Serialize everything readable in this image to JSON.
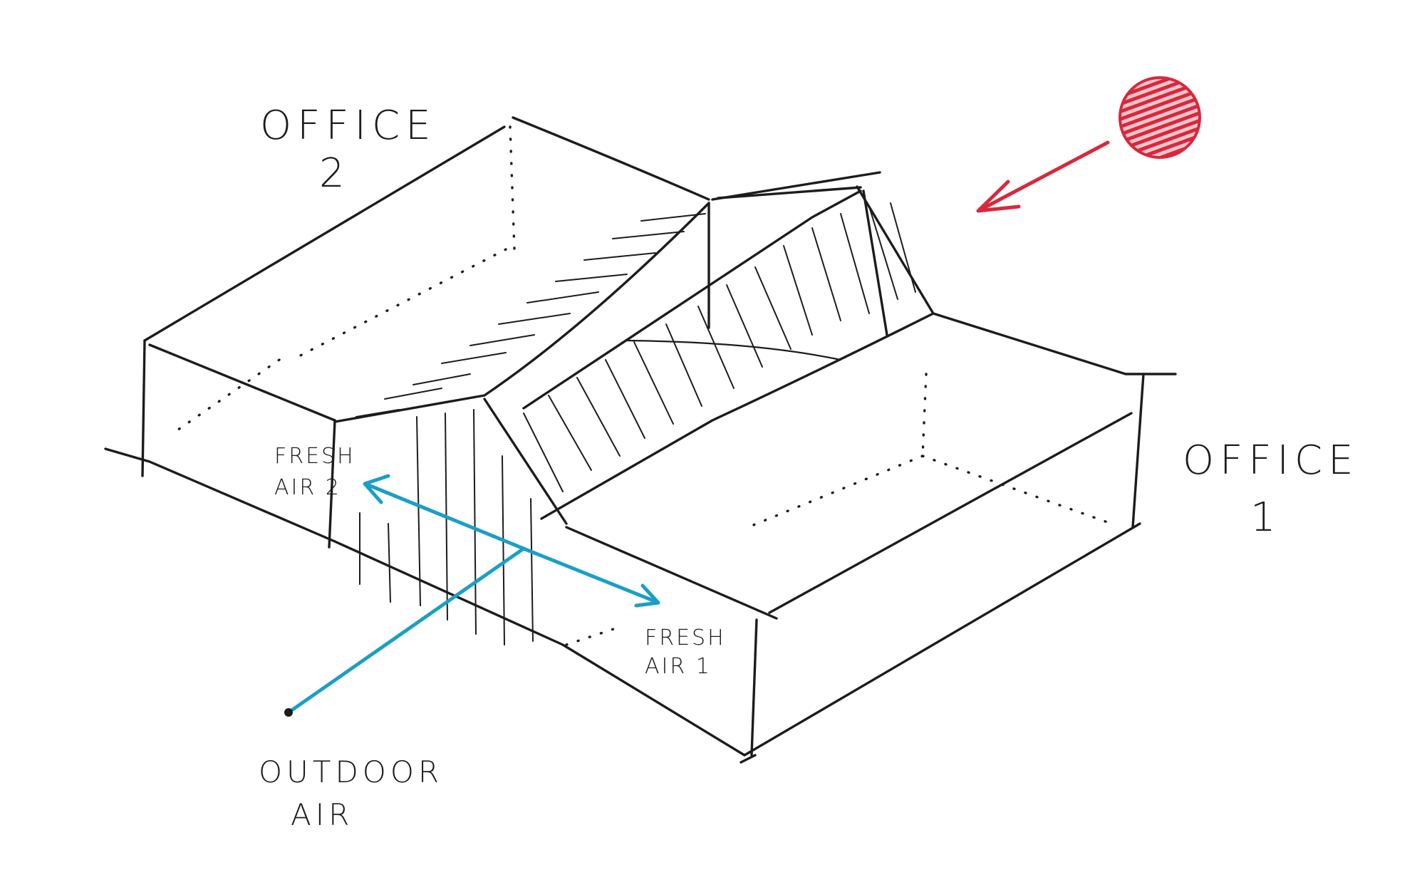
{
  "labels": {
    "office2_line1": "OFFICE",
    "office2_line2": "2",
    "office1_line1": "OFFICE",
    "office1_line2": "1",
    "fresh_air2_line1": "FRESH",
    "fresh_air2_line2": "AIR 2",
    "fresh_air1_line1": "FRESH",
    "fresh_air1_line2": "AIR 1",
    "outdoor_line1": "OUTDOOR",
    "outdoor_line2": "AIR"
  },
  "colors": {
    "ink": "#1c1c1c",
    "airflow": "#1b9fc4",
    "sun": "#d8283c"
  },
  "icons": {
    "sun": "sun-icon",
    "sun_ray": "sun-ray-arrow-icon"
  }
}
